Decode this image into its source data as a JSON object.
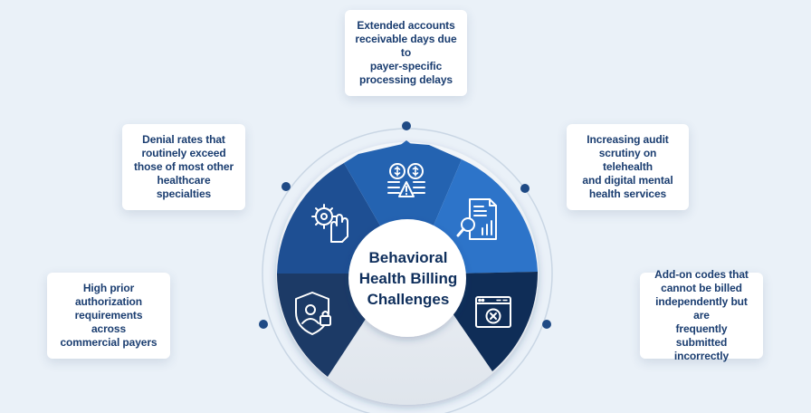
{
  "center": {
    "title": "Behavioral\nHealth Billing\nChallenges"
  },
  "challenges": [
    {
      "id": "prior-authorization",
      "text": "High prior\nauthorization\nrequirements across\ncommercial payers",
      "icon": "shield-user-lock-icon"
    },
    {
      "id": "denial-rates",
      "text": "Denial rates that\nroutinely exceed\nthose of most other\nhealthcare specialties",
      "icon": "gear-hand-icon"
    },
    {
      "id": "accounts-receivable",
      "text": "Extended accounts\nreceivable days due to\npayer-specific\nprocessing delays",
      "icon": "coins-warning-icon"
    },
    {
      "id": "audit-scrutiny",
      "text": "Increasing audit\nscrutiny on telehealth\nand digital mental\nhealth services",
      "icon": "report-magnifier-icon"
    },
    {
      "id": "add-on-codes",
      "text": "Add-on codes that\ncannot be billed\nindependently but are\nfrequently submitted\nincorrectly",
      "icon": "browser-error-icon"
    }
  ],
  "colors": {
    "background": "#eaf1f8",
    "segment_dark": "#1c3a66",
    "segment_medium": "#1e4f93",
    "segment_blue": "#2463b1",
    "segment_bright": "#2d74c9",
    "segment_navy": "#0f2d57",
    "card_text": "#1a3d70",
    "dot": "#1f4a85"
  }
}
